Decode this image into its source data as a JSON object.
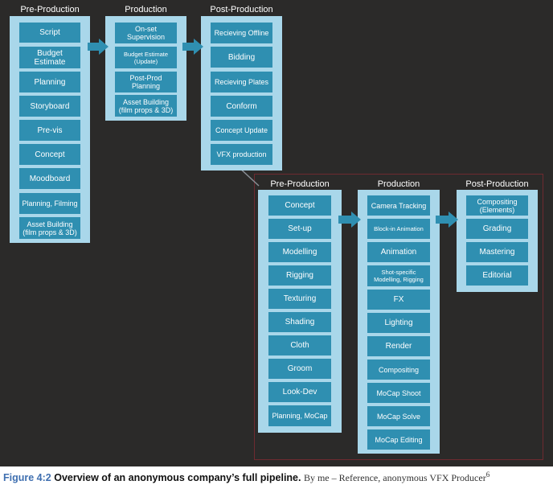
{
  "top": {
    "pre": {
      "title": "Pre-Production",
      "items": [
        "Script",
        "Budget Estimate",
        "Planning",
        "Storyboard",
        "Pre-vis",
        "Concept",
        "Moodboard",
        "Planning, Filming",
        "Asset Building\n(film props & 3D)"
      ]
    },
    "prod": {
      "title": "Production",
      "items": [
        "On-set Supervision",
        "Budget Estimate (Update)",
        "Post-Prod Planning",
        "Asset Building\n(film props & 3D)"
      ]
    },
    "post": {
      "title": "Post-Production",
      "items": [
        "Recieving Offline",
        "Bidding",
        "Recieving Plates",
        "Conform",
        "Concept Update",
        "VFX production"
      ]
    }
  },
  "vfx": {
    "pre": {
      "title": "Pre-Production",
      "items": [
        "Concept",
        "Set-up",
        "Modelling",
        "Rigging",
        "Texturing",
        "Shading",
        "Cloth",
        "Groom",
        "Look-Dev",
        "Planning, MoCap"
      ]
    },
    "prod": {
      "title": "Production",
      "items": [
        "Camera Tracking",
        "Block-in Animation",
        "Animation",
        "Shot-specific\nModelling, Rigging",
        "FX",
        "Lighting",
        "Render",
        "Compositing",
        "MoCap Shoot",
        "MoCap Solve",
        "MoCap Editing"
      ]
    },
    "post": {
      "title": "Post-Production",
      "items": [
        "Compositing\n(Elements)",
        "Grading",
        "Mastering",
        "Editorial"
      ]
    }
  },
  "caption": {
    "figure": "Figure 4:2",
    "title": "Overview of an anonymous company’s full pipeline.",
    "rest": "By me – Reference, anonymous VFX Producer",
    "sup": "6"
  },
  "colors": {
    "background": "#2b2a29",
    "panel": "#a9d7ea",
    "step": "#2f8fb1",
    "arrow": "#2f8fb1",
    "frame": "#6e2a30",
    "figure_label": "#3f6fb0"
  }
}
